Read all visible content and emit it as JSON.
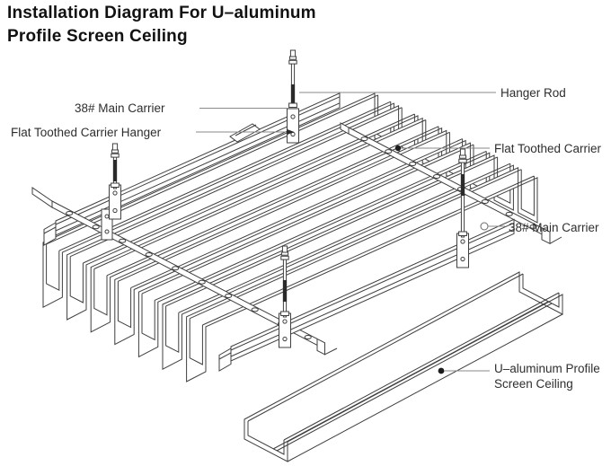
{
  "title": {
    "line1": "Installation Diagram For U–aluminum",
    "line2": "Profile Screen Ceiling"
  },
  "labels": {
    "main_carrier_left": "38# Main Carrier",
    "flat_toothed_carrier_hanger": "Flat Toothed Carrier Hanger",
    "hanger_rod": "Hanger Rod",
    "flat_toothed_carrier": "Flat Toothed Carrier",
    "main_carrier_right": "38# Main Carrier",
    "u_profile_line1": "U–aluminum Profile",
    "u_profile_line2": "Screen Ceiling"
  },
  "colors": {
    "line": "#3f3f3f",
    "leader": "#8a8a8a",
    "text": "#2e2e2e",
    "title_text": "#111111",
    "background": "#ffffff"
  }
}
